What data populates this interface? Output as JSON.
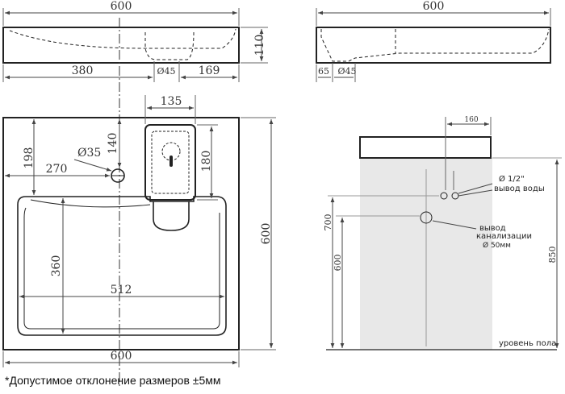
{
  "dimensions": {
    "top_width_left": "600",
    "top_width_right": "600",
    "front_height": "110",
    "front_left_offset": "380",
    "front_drain_dia": "Ø45",
    "front_right_offset": "169",
    "side_offset": "65",
    "side_drain_dia": "Ø45",
    "tap_area_width": "135",
    "dim_198": "198",
    "dim_140": "140",
    "hole_dia": "Ø35",
    "dim_270": "270",
    "dim_180": "180",
    "plan_depth": "600",
    "basin_depth": "360",
    "basin_width": "512",
    "bottom_width": "600",
    "wall_offset": "160",
    "water_pipe": "Ø 1/2\"",
    "water_outlet": "вывод воды",
    "drain_outlet_1": "вывод",
    "drain_outlet_2": "канализации",
    "drain_dia": "Ø 50мм",
    "height_700": "700",
    "height_600": "600",
    "height_850": "850",
    "floor_level": "уровень пола"
  },
  "footnote": "*Допустимое отклонение размеров ±5мм",
  "colors": {
    "line": "#222222",
    "dim": "#555555",
    "wall": "#e8e8e8"
  }
}
